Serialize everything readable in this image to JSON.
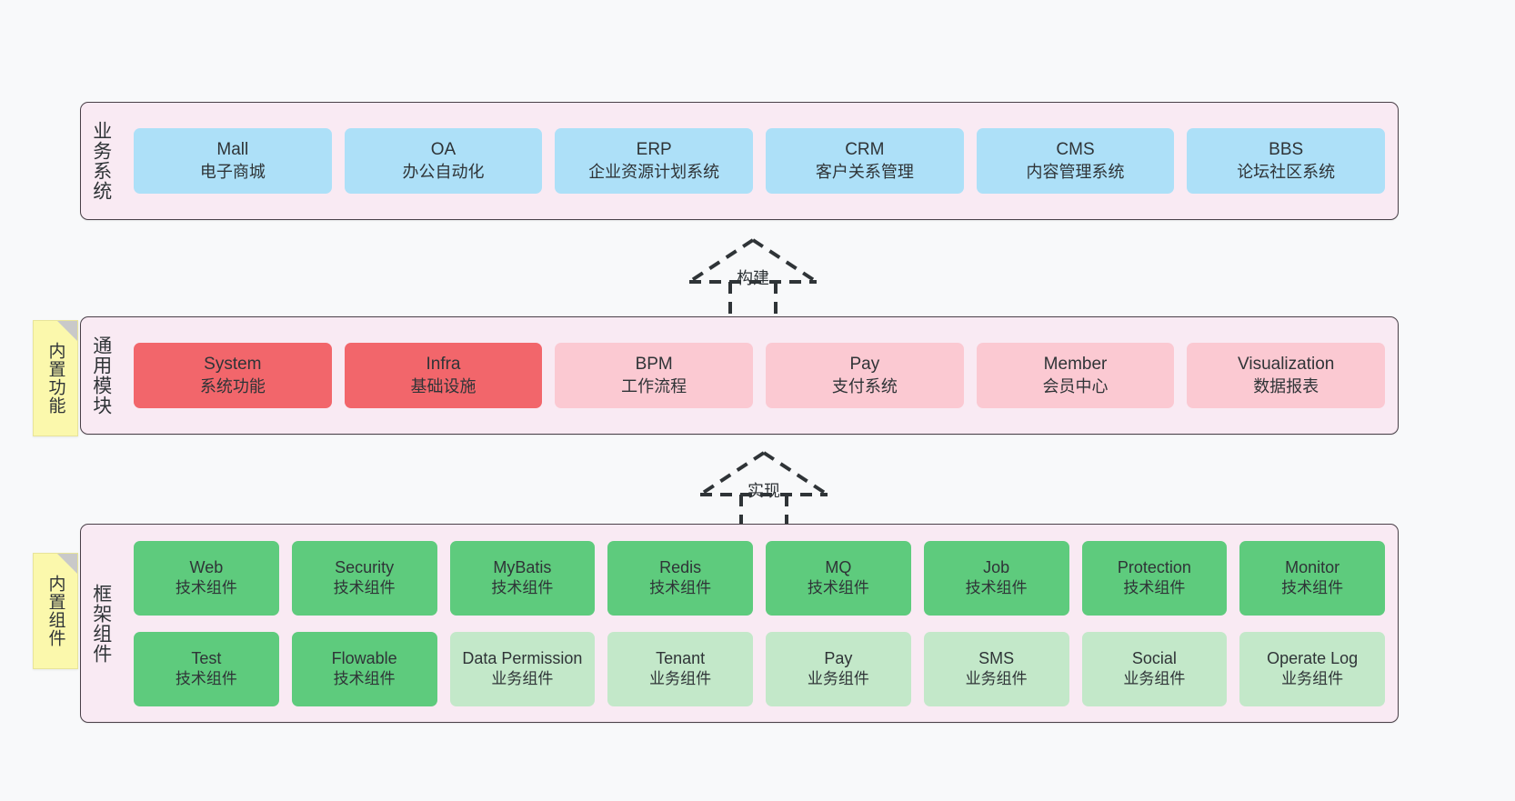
{
  "canvas": {
    "background": "#f8f9fa"
  },
  "palette": {
    "container_fill": "#f9eaf3",
    "container_border": "#4a4048",
    "business": "#ade0f8",
    "module_core": "#f2666b",
    "module_plain": "#fbc9d2",
    "component_tech": "#5ecb7d",
    "component_biz": "#c3e8c9",
    "note_fill": "#fbf8ac",
    "text": "#2f3437"
  },
  "layers": [
    {
      "id": "business",
      "label": "业务系统",
      "rows": [
        [
          {
            "title": "Mall",
            "subtitle": "电子商城",
            "color": "blue"
          },
          {
            "title": "OA",
            "subtitle": "办公自动化",
            "color": "blue"
          },
          {
            "title": "ERP",
            "subtitle": "企业资源计划系统",
            "color": "blue"
          },
          {
            "title": "CRM",
            "subtitle": "客户关系管理",
            "color": "blue"
          },
          {
            "title": "CMS",
            "subtitle": "内容管理系统",
            "color": "blue"
          },
          {
            "title": "BBS",
            "subtitle": "论坛社区系统",
            "color": "blue"
          }
        ]
      ]
    },
    {
      "id": "modules",
      "label": "通用模块",
      "note": "内置功能",
      "rows": [
        [
          {
            "title": "System",
            "subtitle": "系统功能",
            "color": "red"
          },
          {
            "title": "Infra",
            "subtitle": "基础设施",
            "color": "red"
          },
          {
            "title": "BPM",
            "subtitle": "工作流程",
            "color": "pink"
          },
          {
            "title": "Pay",
            "subtitle": "支付系统",
            "color": "pink"
          },
          {
            "title": "Member",
            "subtitle": "会员中心",
            "color": "pink"
          },
          {
            "title": "Visualization",
            "subtitle": "数据报表",
            "color": "pink"
          }
        ]
      ]
    },
    {
      "id": "framework",
      "label": "框架组件",
      "note": "内置组件",
      "rows": [
        [
          {
            "title": "Web",
            "subtitle": "技术组件",
            "color": "green"
          },
          {
            "title": "Security",
            "subtitle": "技术组件",
            "color": "green"
          },
          {
            "title": "MyBatis",
            "subtitle": "技术组件",
            "color": "green"
          },
          {
            "title": "Redis",
            "subtitle": "技术组件",
            "color": "green"
          },
          {
            "title": "MQ",
            "subtitle": "技术组件",
            "color": "green"
          },
          {
            "title": "Job",
            "subtitle": "技术组件",
            "color": "green"
          },
          {
            "title": "Protection",
            "subtitle": "技术组件",
            "color": "green"
          },
          {
            "title": "Monitor",
            "subtitle": "技术组件",
            "color": "green"
          }
        ],
        [
          {
            "title": "Test",
            "subtitle": "技术组件",
            "color": "green"
          },
          {
            "title": "Flowable",
            "subtitle": "技术组件",
            "color": "green"
          },
          {
            "title": "Data Permission",
            "subtitle": "业务组件",
            "color": "greenlight"
          },
          {
            "title": "Tenant",
            "subtitle": "业务组件",
            "color": "greenlight"
          },
          {
            "title": "Pay",
            "subtitle": "业务组件",
            "color": "greenlight"
          },
          {
            "title": "SMS",
            "subtitle": "业务组件",
            "color": "greenlight"
          },
          {
            "title": "Social",
            "subtitle": "业务组件",
            "color": "greenlight"
          },
          {
            "title": "Operate Log",
            "subtitle": "业务组件",
            "color": "greenlight"
          }
        ]
      ]
    }
  ],
  "connectors": [
    {
      "id": "build",
      "label": "构建",
      "style": "dashed-generalization-up"
    },
    {
      "id": "realize",
      "label": "实现",
      "style": "dashed-generalization-up"
    }
  ]
}
